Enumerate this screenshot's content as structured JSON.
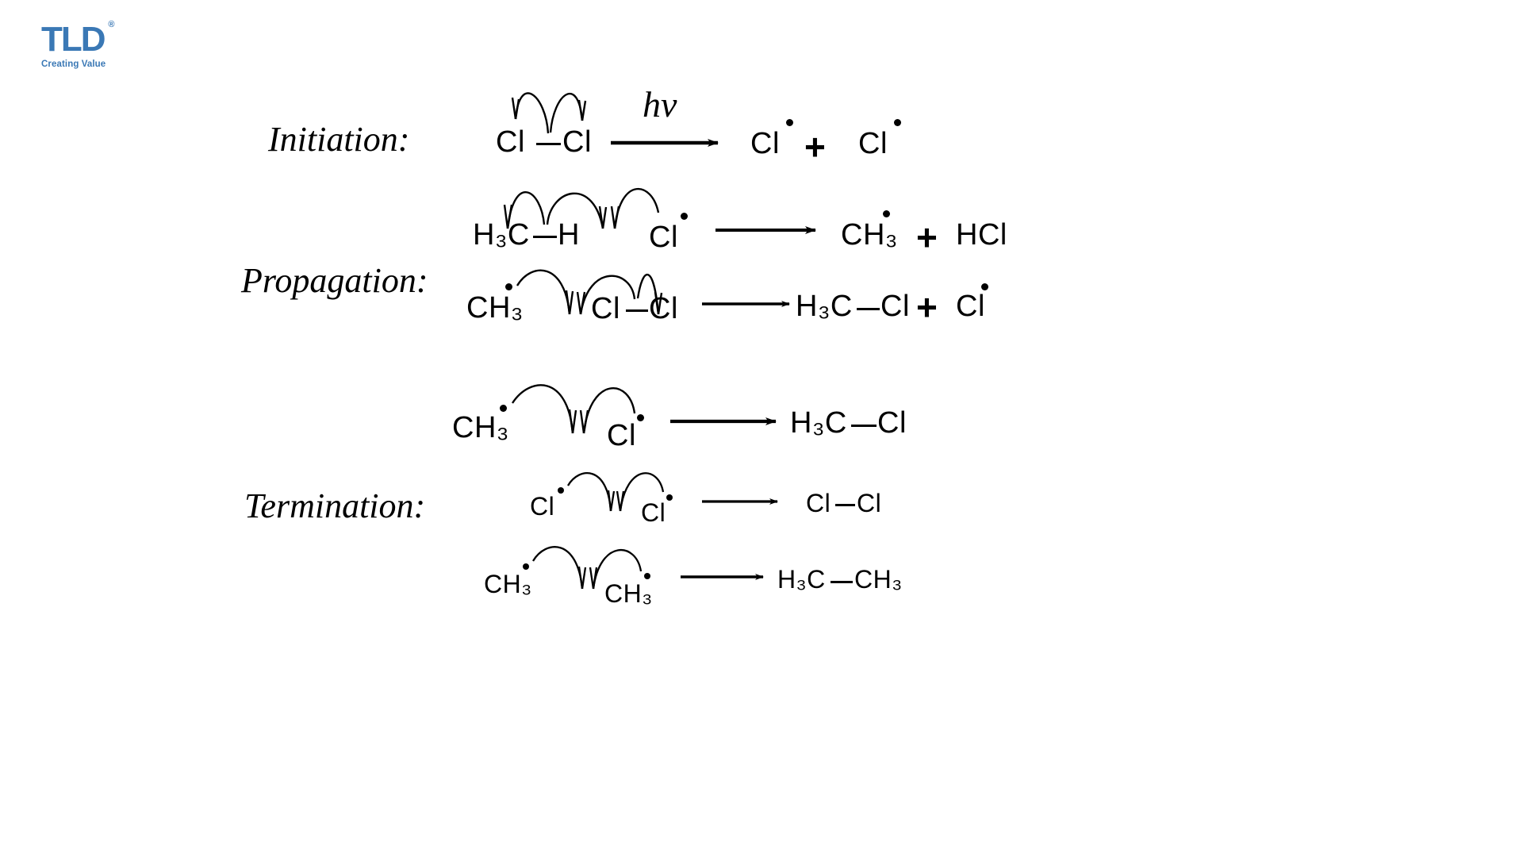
{
  "logo": {
    "wordmark": "TLD",
    "trademark": "®",
    "tagline": "Creating Value"
  },
  "sections": {
    "initiation_label": "Initiation:",
    "propagation_label": "Propagation:",
    "termination_label": "Termination:"
  },
  "reactions": {
    "initiation": {
      "reactant_left": "Cl",
      "reactant_right": "Cl",
      "condition": "hv",
      "product_1": "Cl",
      "plus": "+",
      "product_2": "Cl"
    },
    "propagation_1": {
      "reactant_left": "H₃C",
      "reactant_right": "H",
      "reactant_radical": "Cl",
      "product_1": "CH₃",
      "plus": "+",
      "product_2": "HCl"
    },
    "propagation_2": {
      "reactant_radical": "CH₃",
      "reactant_left": "Cl",
      "reactant_right": "Cl",
      "product_1_left": "H₃C",
      "product_1_right": "Cl",
      "plus": "+",
      "product_2": "Cl"
    },
    "termination_1": {
      "reactant_radical_1": "CH₃",
      "reactant_radical_2": "Cl",
      "product_left": "H₃C",
      "product_right": "Cl"
    },
    "termination_2": {
      "reactant_radical_1": "Cl",
      "reactant_radical_2": "Cl",
      "product_left": "Cl",
      "product_right": "Cl"
    },
    "termination_3": {
      "reactant_radical_1": "CH₃",
      "reactant_radical_2": "CH₃",
      "product_left": "H₃C",
      "product_right": "CH₃"
    }
  },
  "colors": {
    "brand": "#3a78b5",
    "ink": "#000000",
    "background": "#ffffff"
  }
}
